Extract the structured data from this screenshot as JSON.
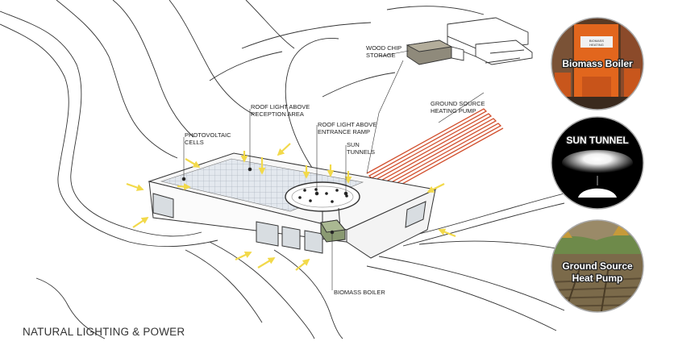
{
  "labels": {
    "wood_chip": [
      "WOOD CHIP",
      "STORAGE"
    ],
    "ground_source_pump": [
      "GROUND SOURCE",
      "HEATING PUMP"
    ],
    "roof_light_reception": [
      "ROOF LIGHT ABOVE",
      "RECEPTION AREA"
    ],
    "roof_light_ramp": [
      "ROOF LIGHT ABOVE",
      "ENTRANCE RAMP"
    ],
    "photovoltaic": [
      "PHOTOVOLTAIC",
      "CELLS"
    ],
    "sun_tunnels": [
      "SUN",
      "TUNNELS"
    ],
    "biomass_boiler": "BIOMASS BOILER"
  },
  "circles": [
    {
      "title": [
        "Biomass Boiler"
      ],
      "tag": [
        "BIOMASS",
        "HEATING"
      ]
    },
    {
      "title": [
        "SUN TUNNEL"
      ]
    },
    {
      "title": [
        "Ground Source",
        "Heat Pump"
      ]
    }
  ],
  "caption": "NATURAL LIGHTING & POWER",
  "colors": {
    "arrow": "#f2d94a",
    "pipe": "#d2502e",
    "boiler_orange": "#e2661d",
    "line": "#222222"
  }
}
